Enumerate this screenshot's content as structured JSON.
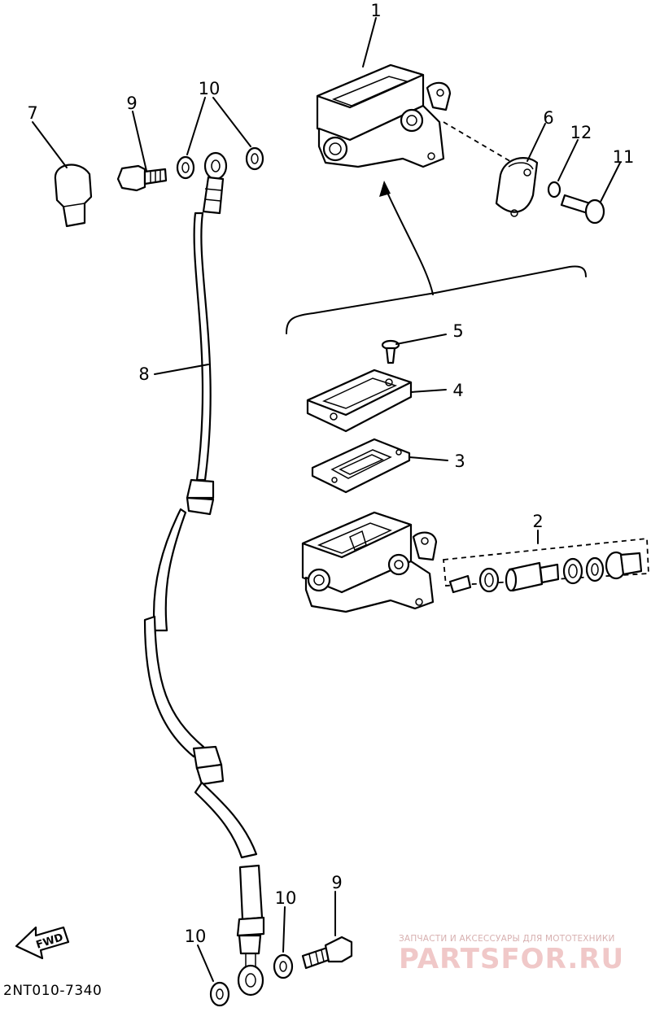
{
  "diagram": {
    "callouts": [
      {
        "id": "c1",
        "text": "1"
      },
      {
        "id": "c2",
        "text": "2"
      },
      {
        "id": "c3",
        "text": "3"
      },
      {
        "id": "c4",
        "text": "4"
      },
      {
        "id": "c5",
        "text": "5"
      },
      {
        "id": "c6",
        "text": "6"
      },
      {
        "id": "c7",
        "text": "7"
      },
      {
        "id": "c8",
        "text": "8"
      },
      {
        "id": "c9a",
        "text": "9"
      },
      {
        "id": "c9b",
        "text": "9"
      },
      {
        "id": "c10a",
        "text": "10"
      },
      {
        "id": "c10b",
        "text": "10"
      },
      {
        "id": "c10c",
        "text": "10"
      },
      {
        "id": "c11",
        "text": "11"
      },
      {
        "id": "c12",
        "text": "12"
      }
    ],
    "fwd_label": "FWD",
    "drawing_code": "2NT010-7340"
  },
  "watermark": {
    "tagline": "ЗАПЧАСТИ И АКСЕССУАРЫ ДЛЯ МОТОТЕХНИКИ",
    "site": "PARTSFOR.RU"
  },
  "colors": {
    "ink": "#000000",
    "paper": "#ffffff",
    "watermark": "#f0c8c8"
  }
}
